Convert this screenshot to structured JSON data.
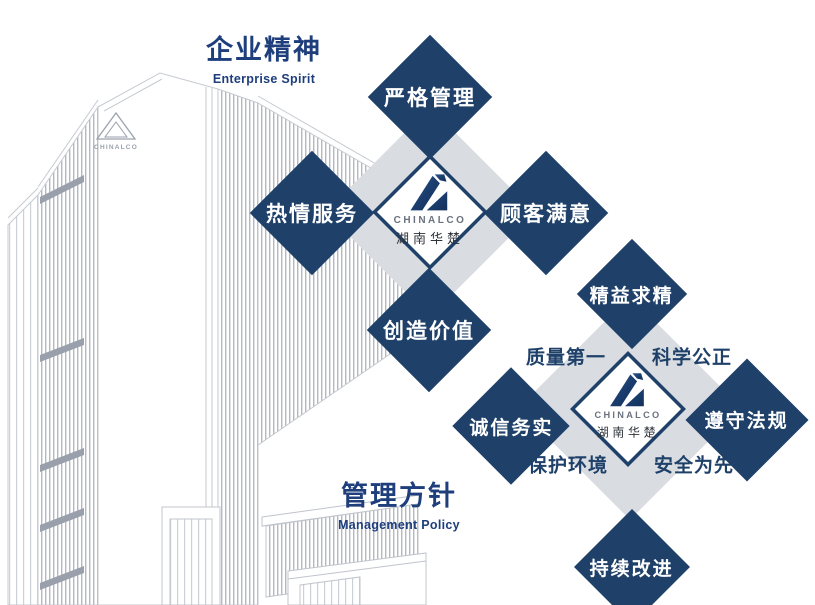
{
  "colors": {
    "navy": "#1E4069",
    "heading_navy": "#1E3E7C",
    "gray_diamond": "#D9DDE2",
    "sketch_line": "#C5C9D1",
    "logo_blue": "#1B3D6E"
  },
  "logo": {
    "brand": "CHINALCO",
    "company": "湖南华楚"
  },
  "enterprise": {
    "title": "企业精神",
    "subtitle": "Enterprise Spirit",
    "diamonds": [
      "严格管理",
      "热情服务",
      "顾客满意",
      "创造价值"
    ]
  },
  "management": {
    "title": "管理方针",
    "subtitle": "Management Policy",
    "diamonds": [
      "精益求精",
      "诚信务实",
      "遵守法规",
      "持续改进"
    ],
    "corner_labels": [
      "质量第一",
      "科学公正",
      "保护环境",
      "安全为先"
    ]
  }
}
